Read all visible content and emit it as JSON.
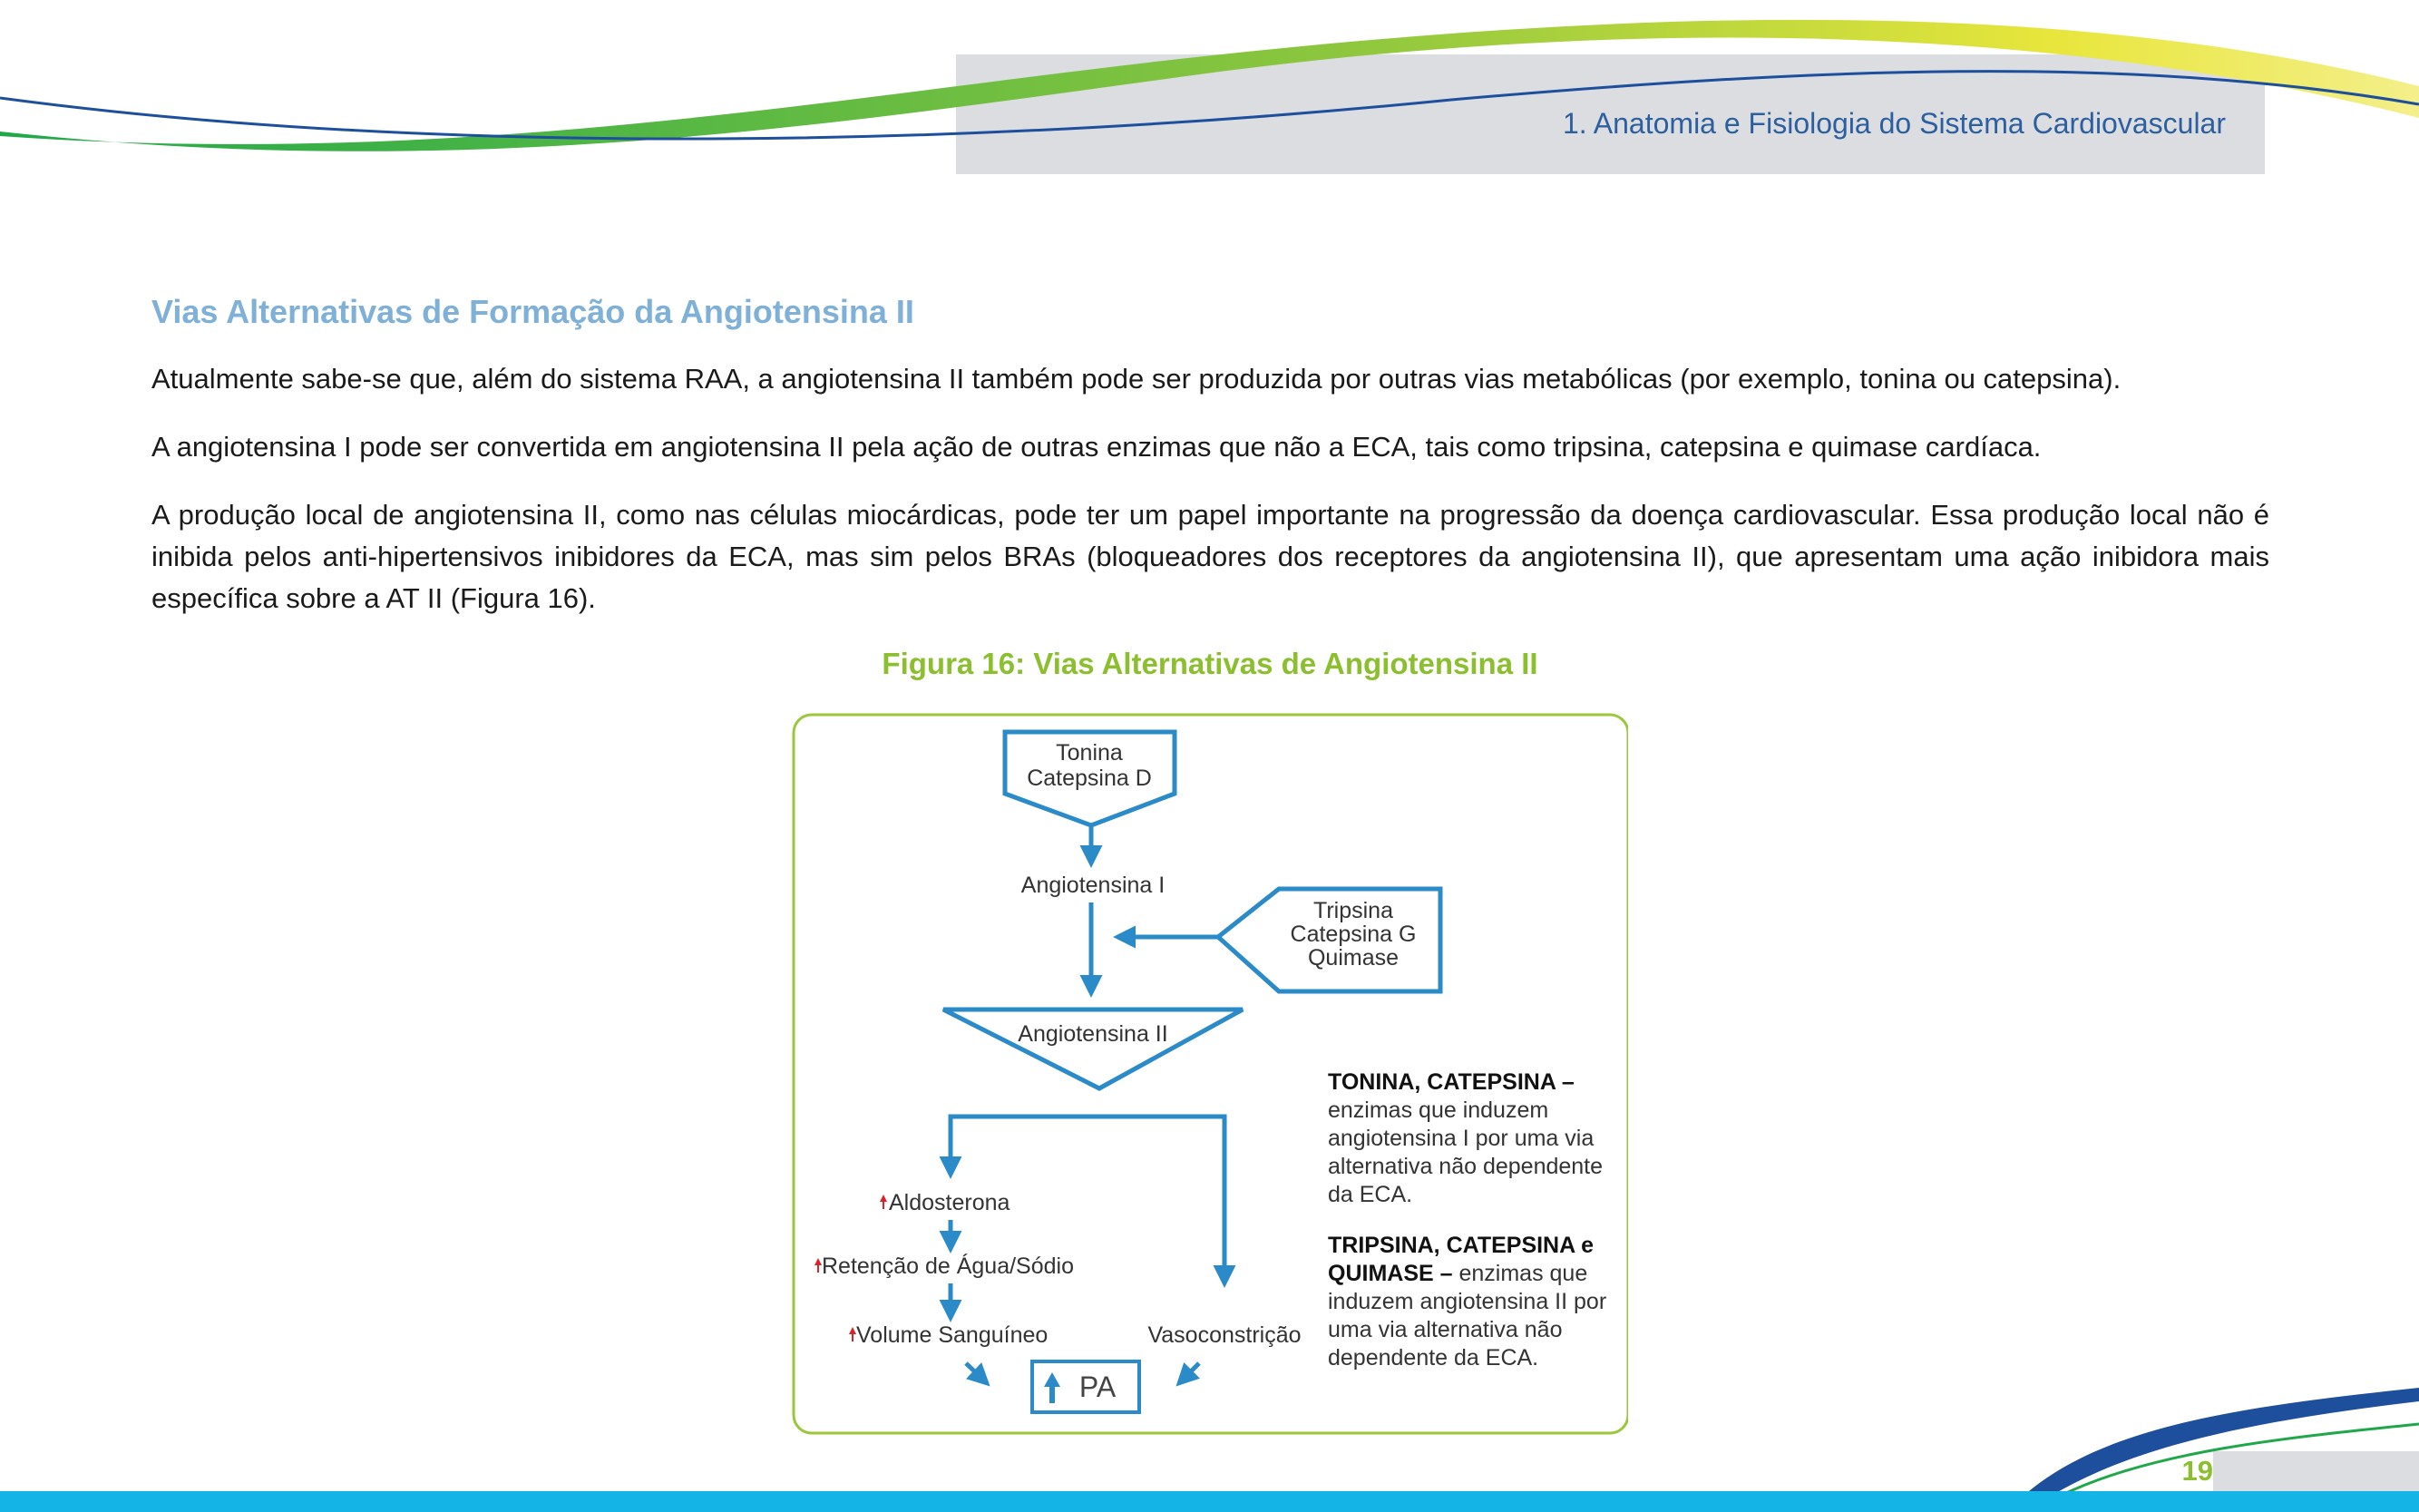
{
  "header": {
    "chapter_title": "1. Anatomia e Fisiologia do Sistema Cardiovascular"
  },
  "section": {
    "title": "Vias Alternativas de Formação da Angiotensina II",
    "paragraphs": [
      "Atualmente sabe-se que, além do sistema RAA, a angiotensina II também pode ser produzida por outras vias metabólicas (por exemplo, tonina ou catepsina).",
      "A angiotensina I pode ser convertida em angiotensina II pela ação de outras enzimas que não a ECA, tais como tripsina, catepsina e quimase cardíaca.",
      "A produção local de angiotensina II, como nas células miocárdicas, pode ter um papel importante na progressão da doença cardiovascular. Essa produção local não é inibida pelos anti-hipertensivos inibidores da ECA, mas sim pelos BRAs (bloqueadores dos receptores da angiotensina II), que apresentam uma ação inibidora mais específica sobre a AT II (Figura 16)."
    ]
  },
  "figure": {
    "caption": "Figura 16: Vias Alternativas de Angiotensina II",
    "nodes": {
      "tonina_line1": "Tonina",
      "tonina_line2": "Catepsina D",
      "angiotensina_i": "Angiotensina I",
      "tripsina_line1": "Tripsina",
      "tripsina_line2": "Catepsina G",
      "tripsina_line3": "Quimase",
      "angiotensina_ii": "Angiotensina II",
      "aldosterona": "Aldosterona",
      "retencao": "Retenção de Água/Sódio",
      "volume": "Volume Sanguíneo",
      "vasoconstricao": "Vasoconstrição",
      "pa": "PA"
    },
    "legend": {
      "item1_bold": "TONINA, CATEPSINA –",
      "item1_text": "enzimas que induzem angiotensina I por uma via alternativa não dependente da ECA.",
      "item2_bold": "TRIPSINA, CATEPSINA e QUIMASE –",
      "item2_text": "enzimas que induzem angiotensina II por uma via alternativa não dependente da ECA."
    },
    "colors": {
      "flow_blue": "#2b8bc8",
      "frame_green": "#9cc63b",
      "increase_red": "#d8232a"
    }
  },
  "footer": {
    "page_number": "19"
  }
}
